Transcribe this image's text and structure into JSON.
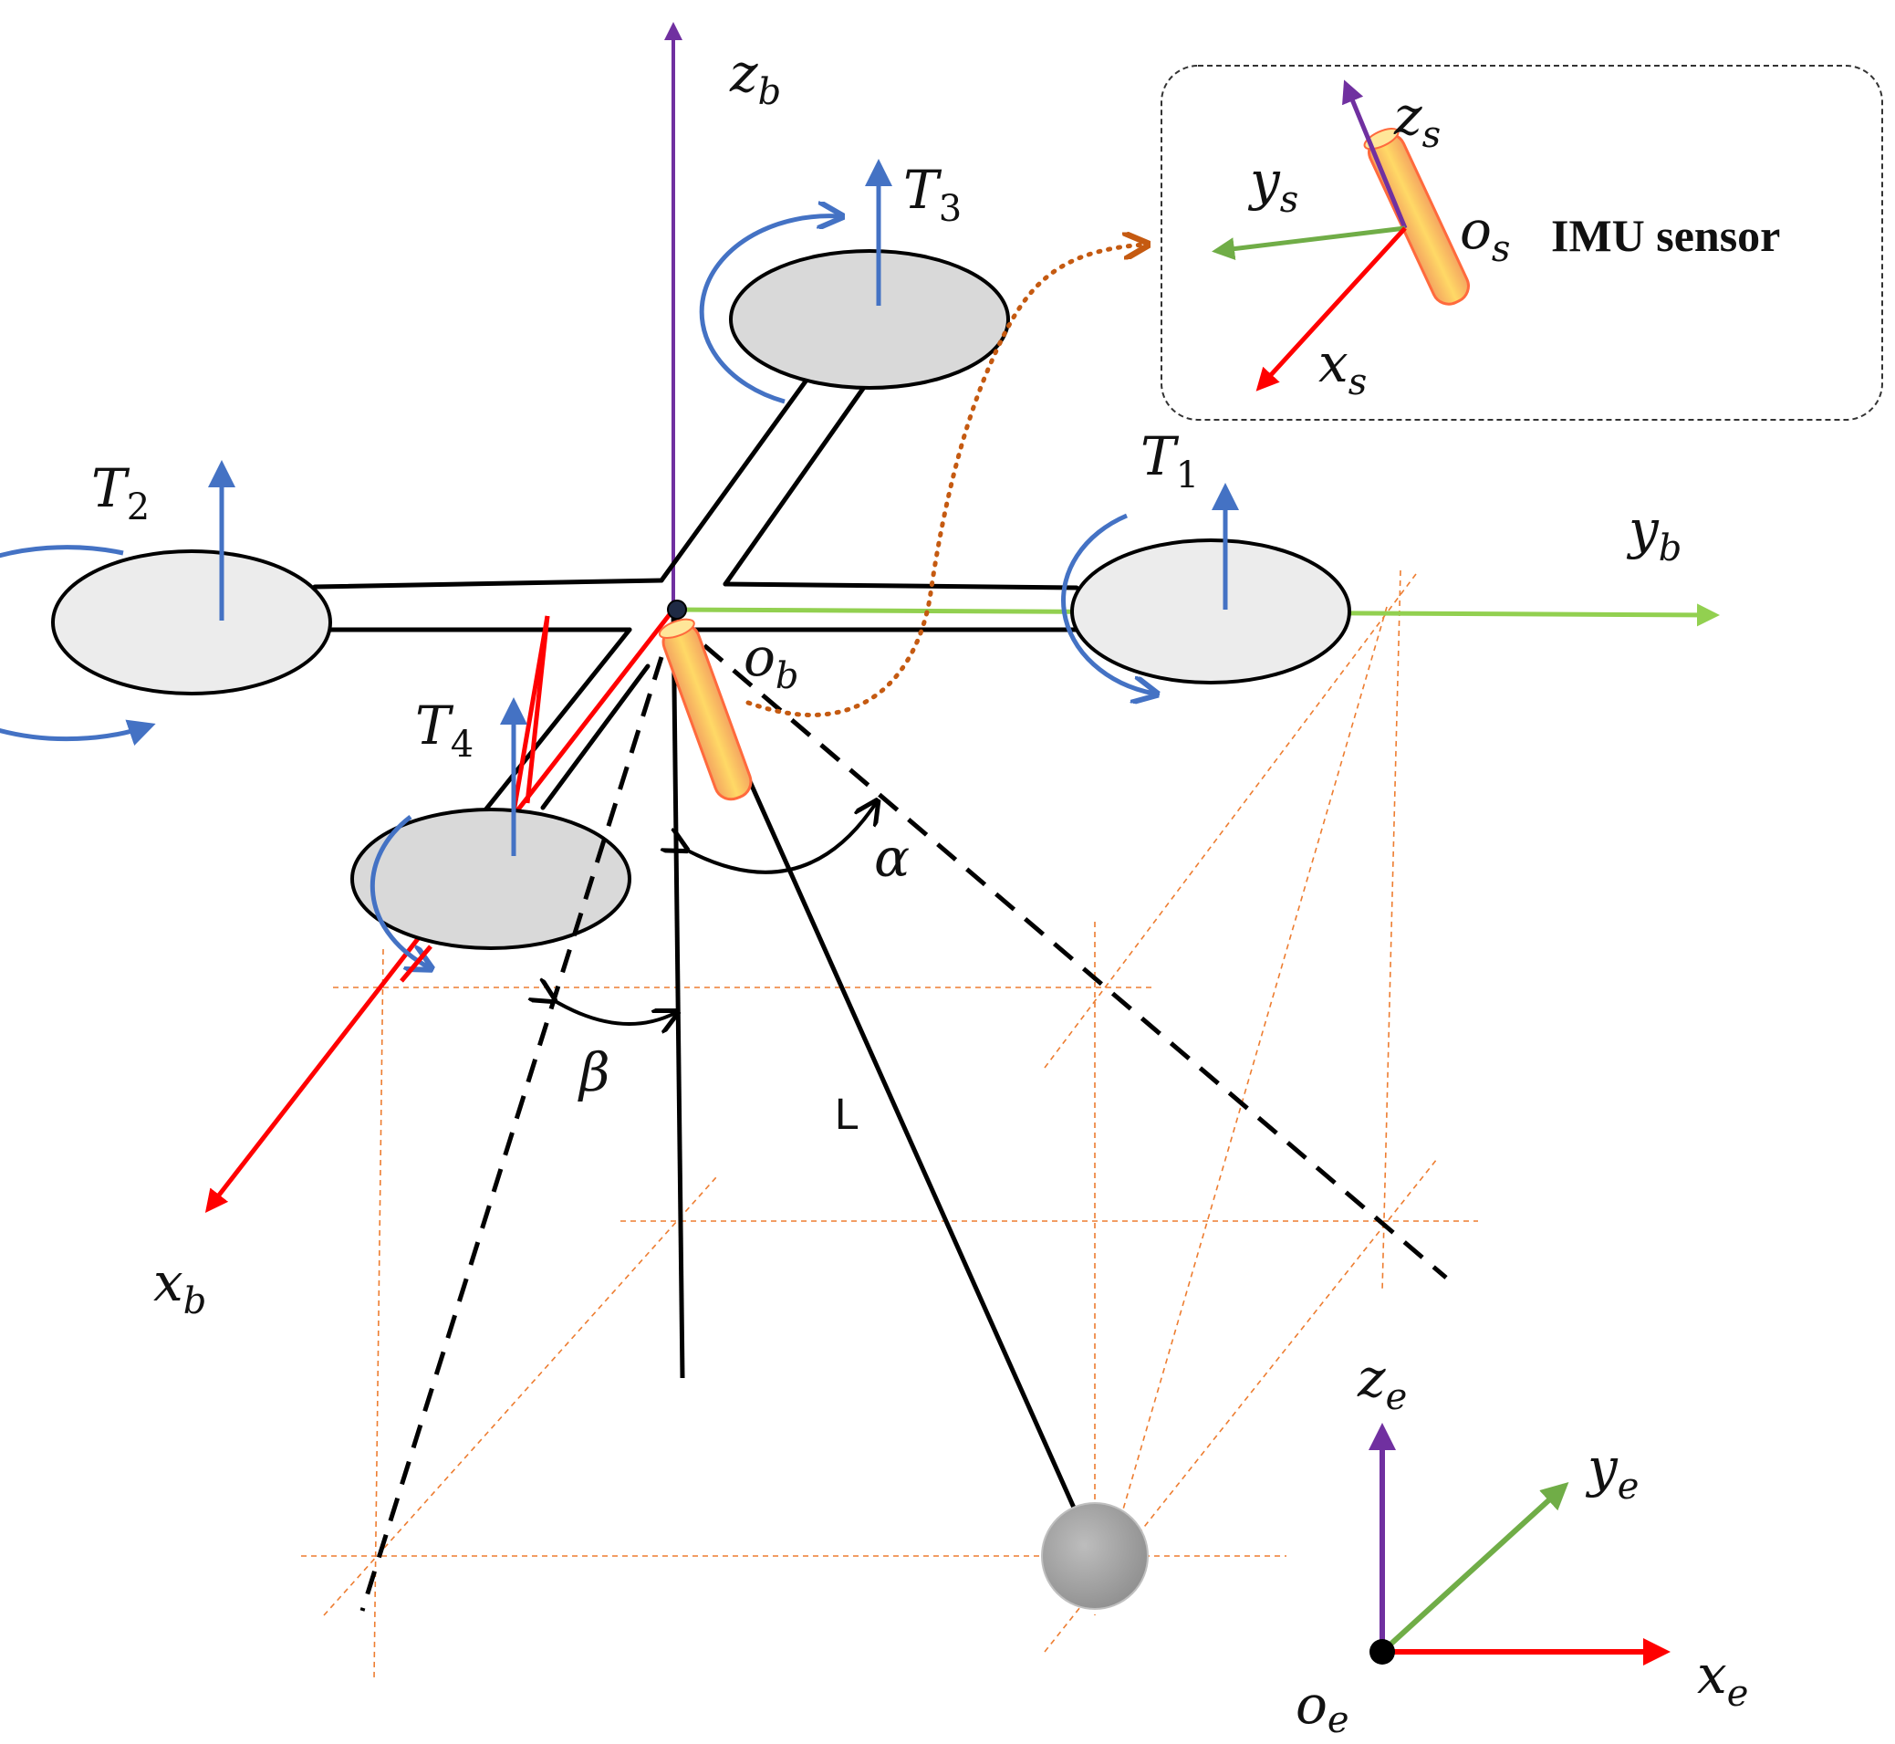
{
  "labels": {
    "zb_main": "z",
    "zb_sub": "b",
    "yb_main": "y",
    "yb_sub": "b",
    "xb_main": "x",
    "xb_sub": "b",
    "ob_main": "o",
    "ob_sub": "b",
    "T1_main": "T",
    "T1_sub": "1",
    "T2_main": "T",
    "T2_sub": "2",
    "T3_main": "T",
    "T3_sub": "3",
    "T4_main": "T",
    "T4_sub": "4",
    "alpha": "α",
    "beta": "β",
    "length": "L",
    "zs_main": "z",
    "zs_sub": "s",
    "ys_main": "y",
    "ys_sub": "s",
    "xs_main": "x",
    "xs_sub": "s",
    "os_main": "o",
    "os_sub": "s",
    "imu": "IMU sensor",
    "ze_main": "z",
    "ze_sub": "e",
    "ye_main": "y",
    "ye_sub": "e",
    "xe_main": "x",
    "xe_sub": "e",
    "oe_main": "o",
    "oe_sub": "e"
  },
  "colors": {
    "z_axis": "#7030a0",
    "x_axis": "#ff0000",
    "y_axis_body": "#92d050",
    "y_axis_frame": "#70ad47",
    "thrust": "#4472c4",
    "guide": "#ed7d31",
    "link": "#c55a11",
    "rotor_fill": "#d9d9d9",
    "sensor": "#ffc000"
  }
}
